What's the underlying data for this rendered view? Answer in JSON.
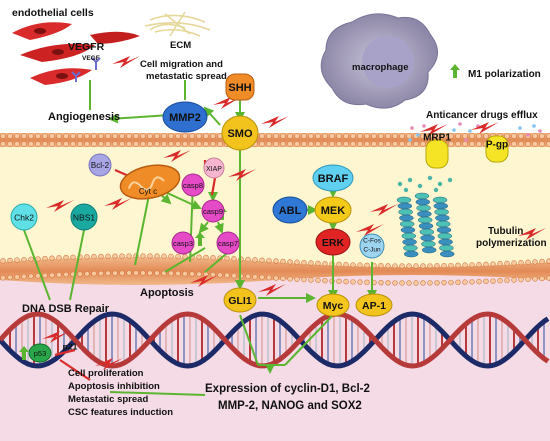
{
  "labels": {
    "endothelial": "endothelial cells",
    "vegfr": "VEGFR",
    "vegf": "VEGF",
    "ecm": "ECM",
    "migration_line1": "Cell migration and",
    "migration_line2": "metastatic spread",
    "angiogenesis": "Angiogenesis",
    "macrophage": "macrophage",
    "m1": "M1 polarization",
    "efflux": "Anticancer drugs efflux",
    "tubulin_line1": "Tubulin",
    "tubulin_line2": "polymerization",
    "apoptosis": "Apoptosis",
    "dna_repair": "DNA DSB Repair",
    "out_line1": "Cell proliferation",
    "out_line2": "Apoptosis inhibition",
    "out_line3": "Metastatic spread",
    "out_line4": "CSC features induction",
    "expr_line1": "Expression of cyclin-D1, Bcl-2",
    "expr_line2": "MMP-2, NANOG and SOX2"
  },
  "nodes": {
    "mmp2": "MMP2",
    "shh": "SHH",
    "smo": "SMO",
    "bcl2": "Bcl-2",
    "cytc": "Cyt c",
    "casp8": "casp8",
    "xiap": "XIAP",
    "casp9": "casp9",
    "casp3": "casp3",
    "casp7": "casp7",
    "chk2": "Chk2",
    "nbs1": "NBS1",
    "braf": "BRAF",
    "abl": "ABL",
    "mek": "MEK",
    "erk": "ERK",
    "cfos": "C-Fos",
    "cjun": "C-Jun",
    "mrp1": "MRP1",
    "pgp": "P-gp",
    "gli1": "GLI1",
    "myc": "Myc",
    "ap1": "AP-1",
    "p53": "p53",
    "p21": "p21"
  },
  "colors": {
    "extracellular": "#ffffff",
    "cytoplasm": "#fdf6d0",
    "nucleus": "#f4dbe6",
    "membrane": "#e8a36a",
    "arrow_green": "#5cb531",
    "inhibit_red": "#d92b2b",
    "mmp2": "#2f6fd0",
    "shh": "#f08c28",
    "smo": "#f3c31d",
    "bcl2": "#a9a6e6",
    "casp": "#e54bc6",
    "xiap": "#f7b6cf",
    "chk2": "#5fe0e6",
    "nbs1": "#1aa9a0",
    "braf": "#5fd0f0",
    "abl": "#2f78d6",
    "mek": "#f3c91a",
    "erk": "#e02424",
    "mrp1": "#f5e426",
    "pgp": "#f5e426",
    "myc": "#f5c61d",
    "ap1": "#f3c31d",
    "p53": "#2aa64a"
  },
  "icons": [
    "endothelial-cells-icon",
    "ecm-fibers-icon",
    "macrophage-icon",
    "mitochondrion-icon",
    "microtubule-icon",
    "dna-helix-icon",
    "lightning-inhibitor-icon",
    "up-arrow-icon"
  ]
}
